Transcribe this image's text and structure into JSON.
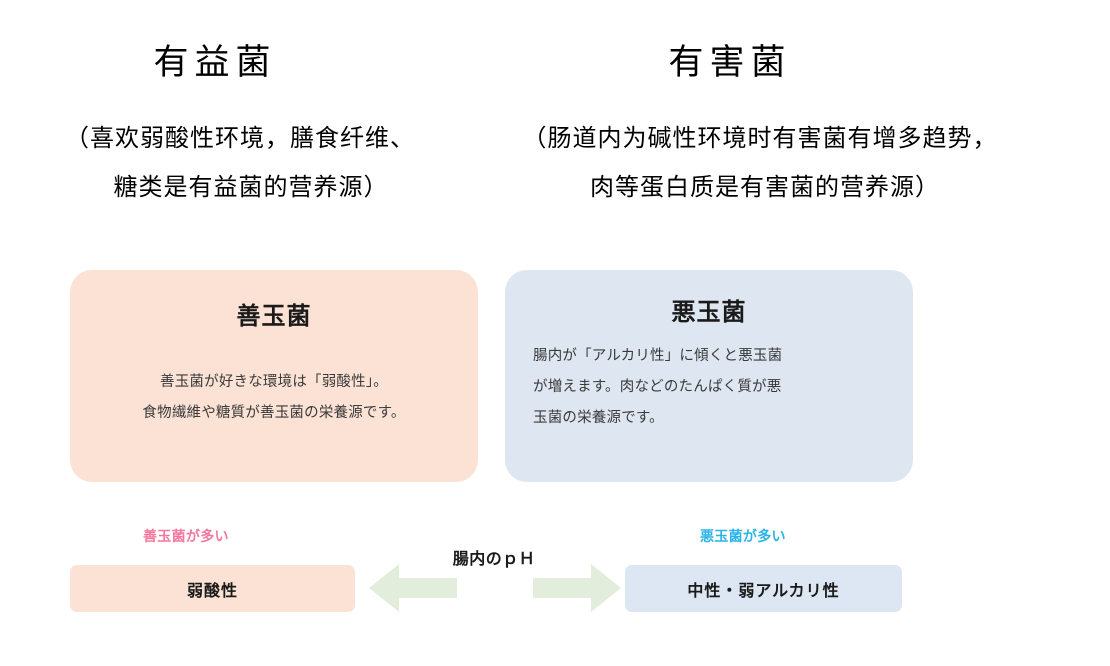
{
  "colors": {
    "good_bg": "#FBE2D4",
    "bad_bg": "#DEE6F2",
    "good_accent": "#F4789F",
    "bad_accent": "#2BB4E8",
    "arrow": "#E2EEDB",
    "text": "#1a1a1a"
  },
  "columns": {
    "good": {
      "heading": "有益菌",
      "sub_line1": "（喜欢弱酸性环境，膳食纤维、",
      "sub_line2": "糖类是有益菌的营养源）"
    },
    "bad": {
      "heading": "有害菌",
      "sub_line1": "（肠道内为碱性环境时有害菌有增多趋势，",
      "sub_line2": "肉等蛋白质是有害菌的营养源）"
    }
  },
  "cards": {
    "good": {
      "title": "善玉菌",
      "body_line1": "善玉菌が好きな環境は「弱酸性」。",
      "body_line2": "食物繊維や糖質が善玉菌の栄養源です。"
    },
    "bad": {
      "title": "悪玉菌",
      "body_line1": "腸内が「アルカリ性」に傾くと悪玉菌",
      "body_line2": "が増えます。肉などのたんぱく質が悪",
      "body_line3": "玉菌の栄養源です。"
    }
  },
  "ph_scale": {
    "center_title": "腸内のｐＨ",
    "good_label": "善玉菌が多い",
    "good_value": "弱酸性",
    "bad_label": "悪玉菌が多い",
    "bad_value": "中性・弱アルカリ性",
    "left_arrow_icon": "arrow-left-icon",
    "right_arrow_icon": "arrow-right-icon"
  }
}
